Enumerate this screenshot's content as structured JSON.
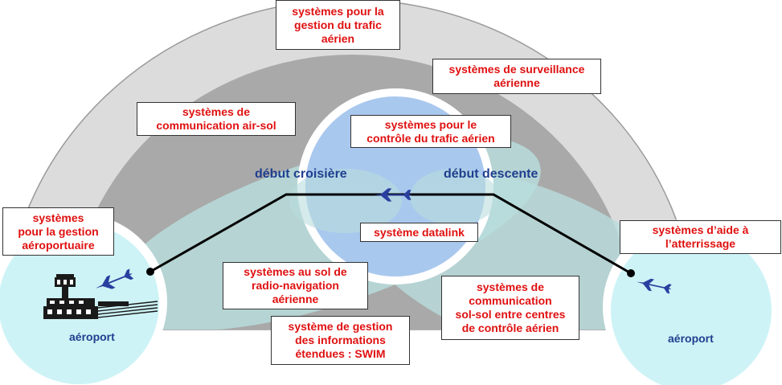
{
  "colors": {
    "label_text": "#e01010",
    "phase_text": "#1f3f8f",
    "airport_text": "#1f3f8f",
    "outer_dome": "#dcdcdc",
    "inner_dome": "#a9a9a9",
    "control_circle": "#a9c8ee",
    "teal_zone": "#b9dcdc",
    "airport_circle": "#cdf3f6",
    "aircraft": "#2a3f9f",
    "flight_path": "#000000"
  },
  "icons": [
    "aircraft-icon",
    "airport-tower-icon"
  ],
  "labels": {
    "atm": "systèmes pour la\ngestion du trafic\naérien",
    "surveillance": "systèmes de surveillance\naérienne",
    "air_ground_comm": "systèmes de\ncommunication air-sol",
    "atc": "systèmes pour le\ncontrôle du trafic aérien",
    "airport_mgmt": "systèmes\npour la gestion\naéroportuaire",
    "landing_aid": "systèmes d’aide à\nl’atterrissage",
    "datalink": "système datalink",
    "radionav": "systèmes au sol de\nradio-navigation\naérienne",
    "ground_comm": "systèmes de\ncommunication\nsol-sol entre centres\nde contrôle aérien",
    "swim": "système de gestion\ndes informations\nétendues : SWIM"
  },
  "phases": {
    "cruise_start": "début croisière",
    "descent_start": "début descente"
  },
  "airports": {
    "left": "aéroport",
    "right": "aéroport"
  }
}
